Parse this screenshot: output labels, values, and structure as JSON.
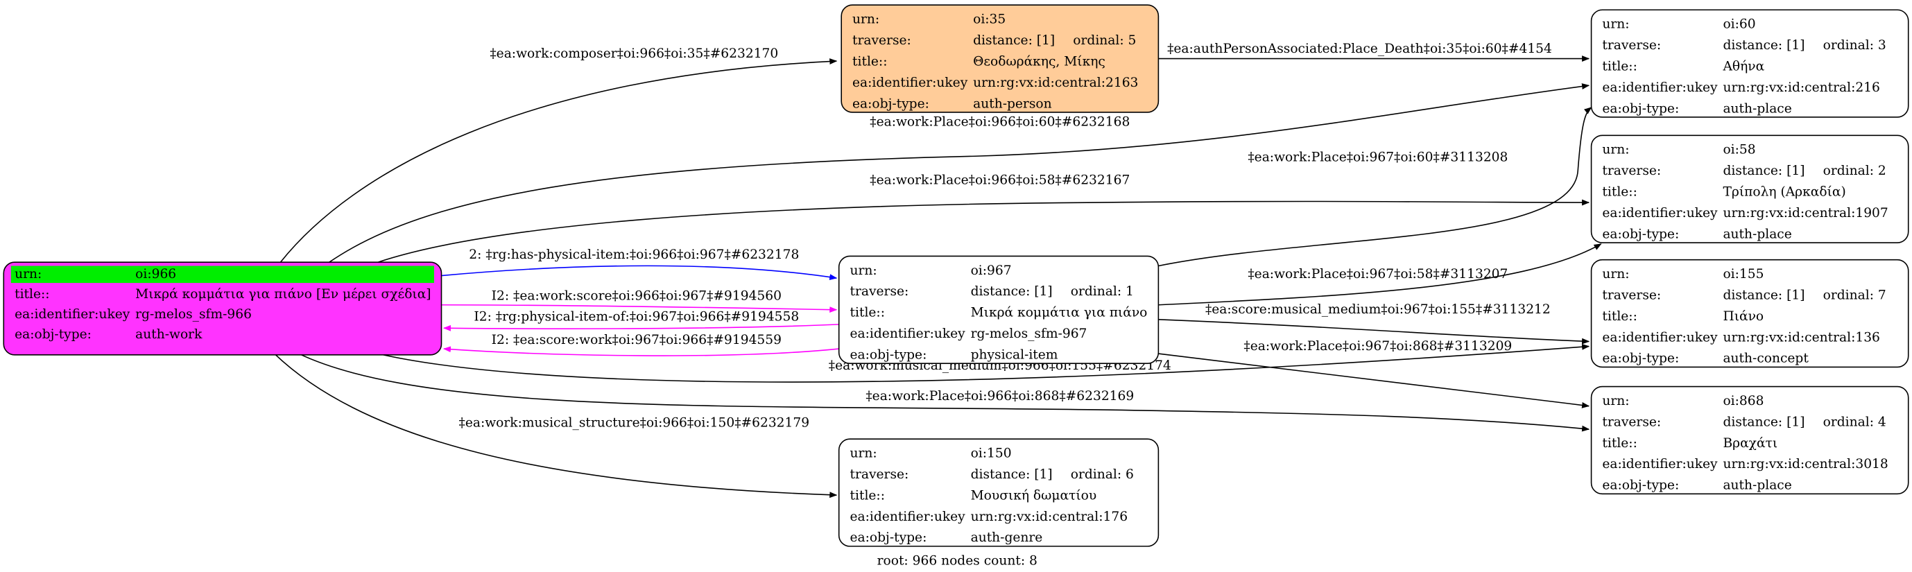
{
  "graph": {
    "footer": "root: 966 nodes count: 8",
    "colors": {
      "root_fill": "#ff33ff",
      "root_urn_highlight": "#00ee00",
      "person_fill": "#ffcc99",
      "default_fill": "#ffffff",
      "blue_edge": "#0000ff",
      "magenta_edge": "#ff00ff",
      "edge": "#000000"
    },
    "nodes": [
      {
        "id": "966",
        "fill": "#ff33ff",
        "rows": [
          [
            "urn:",
            "oi:966"
          ],
          [
            "title::",
            "Μικρά κομμάτια για πιάνο [Εν μέρει σχέδια]"
          ],
          [
            "ea:identifier:ukey",
            "rg-melos_sfm-966"
          ],
          [
            "ea:obj-type:",
            "auth-work"
          ]
        ]
      },
      {
        "id": "35",
        "fill": "#ffcc99",
        "rows": [
          [
            "urn:",
            "oi:35"
          ],
          [
            "traverse:",
            "distance: [1]",
            "ordinal: 5"
          ],
          [
            "title::",
            "Θεοδωράκης, Μίκης"
          ],
          [
            "ea:identifier:ukey",
            "urn:rg:vx:id:central:2163"
          ],
          [
            "ea:obj-type:",
            "auth-person"
          ]
        ]
      },
      {
        "id": "967",
        "fill": "#ffffff",
        "rows": [
          [
            "urn:",
            "oi:967"
          ],
          [
            "traverse:",
            "distance: [1]",
            "ordinal: 1"
          ],
          [
            "title::",
            "Μικρά κομμάτια για πιάνο"
          ],
          [
            "ea:identifier:ukey",
            "rg-melos_sfm-967"
          ],
          [
            "ea:obj-type:",
            "physical-item"
          ]
        ]
      },
      {
        "id": "150",
        "fill": "#ffffff",
        "rows": [
          [
            "urn:",
            "oi:150"
          ],
          [
            "traverse:",
            "distance: [1]",
            "ordinal: 6"
          ],
          [
            "title::",
            "Μουσική δωματίου"
          ],
          [
            "ea:identifier:ukey",
            "urn:rg:vx:id:central:176"
          ],
          [
            "ea:obj-type:",
            "auth-genre"
          ]
        ]
      },
      {
        "id": "60",
        "fill": "#ffffff",
        "rows": [
          [
            "urn:",
            "oi:60"
          ],
          [
            "traverse:",
            "distance: [1]",
            "ordinal: 3"
          ],
          [
            "title::",
            "Αθήνα"
          ],
          [
            "ea:identifier:ukey",
            "urn:rg:vx:id:central:216"
          ],
          [
            "ea:obj-type:",
            "auth-place"
          ]
        ]
      },
      {
        "id": "58",
        "fill": "#ffffff",
        "rows": [
          [
            "urn:",
            "oi:58"
          ],
          [
            "traverse:",
            "distance: [1]",
            "ordinal: 2"
          ],
          [
            "title::",
            "Τρίπολη (Αρκαδία)"
          ],
          [
            "ea:identifier:ukey",
            "urn:rg:vx:id:central:1907"
          ],
          [
            "ea:obj-type:",
            "auth-place"
          ]
        ]
      },
      {
        "id": "155",
        "fill": "#ffffff",
        "rows": [
          [
            "urn:",
            "oi:155"
          ],
          [
            "traverse:",
            "distance: [1]",
            "ordinal: 7"
          ],
          [
            "title::",
            "Πιάνο"
          ],
          [
            "ea:identifier:ukey",
            "urn:rg:vx:id:central:136"
          ],
          [
            "ea:obj-type:",
            "auth-concept"
          ]
        ]
      },
      {
        "id": "868",
        "fill": "#ffffff",
        "rows": [
          [
            "urn:",
            "oi:868"
          ],
          [
            "traverse:",
            "distance: [1]",
            "ordinal: 4"
          ],
          [
            "title::",
            "Βραχάτι"
          ],
          [
            "ea:identifier:ukey",
            "urn:rg:vx:id:central:3018"
          ],
          [
            "ea:obj-type:",
            "auth-place"
          ]
        ]
      }
    ],
    "edges": [
      {
        "from": "966",
        "to": "35",
        "color": "#000000",
        "label": "‡ea:work:composer‡oi:966‡oi:35‡#6232170"
      },
      {
        "from": "35",
        "to": "60",
        "color": "#000000",
        "label": "‡ea:authPersonAssociated:Place_Death‡oi:35‡oi:60‡#4154"
      },
      {
        "from": "966",
        "to": "60",
        "color": "#000000",
        "label": "‡ea:work:Place‡oi:966‡oi:60‡#6232168"
      },
      {
        "from": "966",
        "to": "58",
        "color": "#000000",
        "label": "‡ea:work:Place‡oi:966‡oi:58‡#6232167"
      },
      {
        "from": "966",
        "to": "967",
        "color": "#0000ff",
        "label": "2: ‡rg:has-physical-item:‡oi:966‡oi:967‡#6232178"
      },
      {
        "from": "966",
        "to": "967",
        "color": "#ff00ff",
        "label": "I2: ‡ea:work:score‡oi:966‡oi:967‡#9194560"
      },
      {
        "from": "967",
        "to": "966",
        "color": "#ff00ff",
        "label": "I2: ‡rg:physical-item-of:‡oi:967‡oi:966‡#9194558"
      },
      {
        "from": "967",
        "to": "966",
        "color": "#ff00ff",
        "label": "I2: ‡ea:score:work‡oi:967‡oi:966‡#9194559"
      },
      {
        "from": "967",
        "to": "60",
        "color": "#000000",
        "label": "‡ea:work:Place‡oi:967‡oi:60‡#3113208"
      },
      {
        "from": "967",
        "to": "58",
        "color": "#000000",
        "label": "‡ea:work:Place‡oi:967‡oi:58‡#3113207"
      },
      {
        "from": "967",
        "to": "155",
        "color": "#000000",
        "label": "‡ea:score:musical_medium‡oi:967‡oi:155‡#3113212"
      },
      {
        "from": "967",
        "to": "868",
        "color": "#000000",
        "label": "‡ea:work:Place‡oi:967‡oi:868‡#3113209"
      },
      {
        "from": "966",
        "to": "155",
        "color": "#000000",
        "label": "‡ea:work:musical_medium‡oi:966‡oi:155‡#6232174"
      },
      {
        "from": "966",
        "to": "868",
        "color": "#000000",
        "label": "‡ea:work:Place‡oi:966‡oi:868‡#6232169"
      },
      {
        "from": "966",
        "to": "150",
        "color": "#000000",
        "label": "‡ea:work:musical_structure‡oi:966‡oi:150‡#6232179"
      }
    ]
  }
}
